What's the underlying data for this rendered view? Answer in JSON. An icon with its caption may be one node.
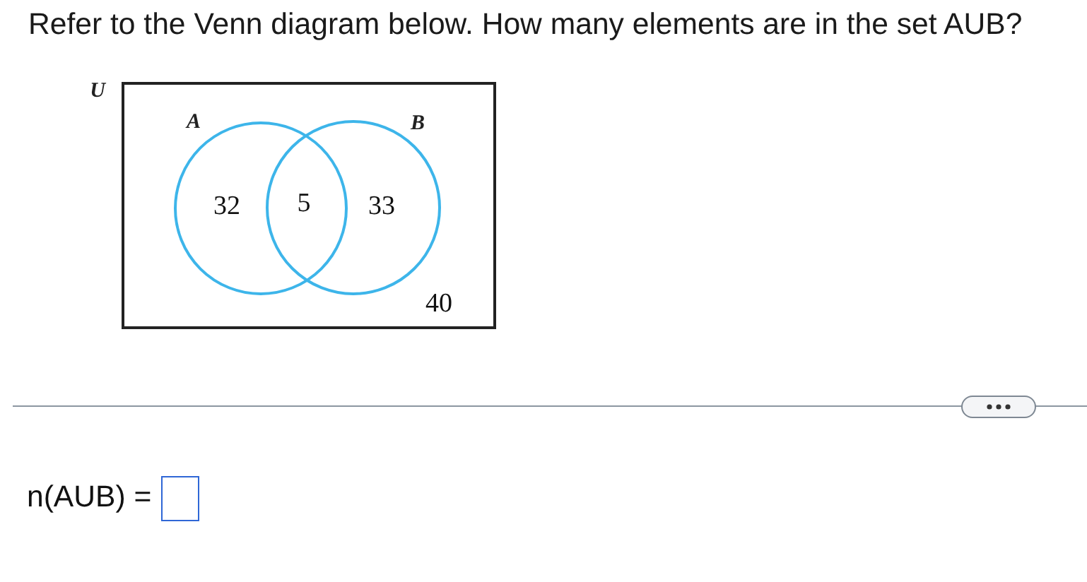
{
  "diagram": {
    "title": "Refer to the Venn diagram below. How many elements are in the set AUB?",
    "nodes": [
      {
        "text": [
          "U",
          "40"
        ]
      },
      {
        "text": [
          "A",
          "32"
        ],
        "in": 0
      },
      {
        "text": [
          "B",
          "33"
        ],
        "in": 0
      }
    ],
    "edges": [],
    "labels": [
      "5",
      "n(AUB) ="
    ]
  }
}
